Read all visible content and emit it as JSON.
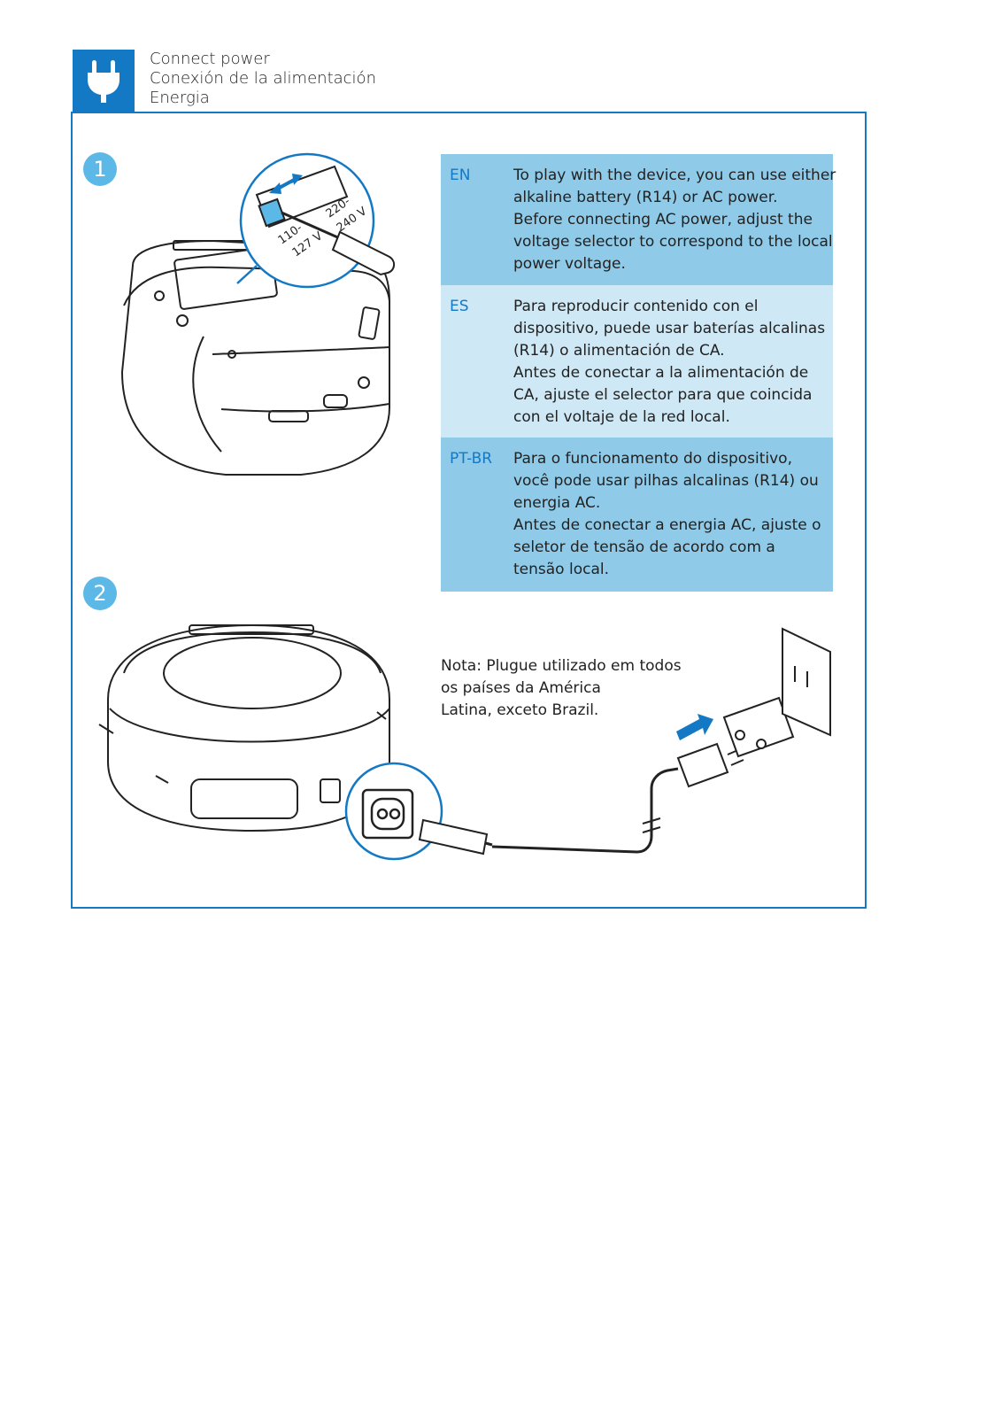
{
  "header": {
    "icon": "plug-icon",
    "brand_color": "#1479c5",
    "titles": [
      "Connect power",
      "Conexión de la alimentación",
      "Energia"
    ]
  },
  "steps": [
    "1",
    "2"
  ],
  "voltage_selector": {
    "low": [
      "110-",
      "127 V"
    ],
    "high": [
      "220-",
      "240 V"
    ]
  },
  "languages": [
    {
      "code": "EN",
      "lines": [
        "To play with the device, you can use either",
        "alkaline battery (R14) or AC power.",
        "Before connecting AC power, adjust the",
        "voltage selector to correspond to the local",
        "power voltage."
      ]
    },
    {
      "code": "ES",
      "lines": [
        "Para reproducir contenido con el",
        "dispositivo, puede usar baterías alcalinas",
        "(R14) o alimentación de CA.",
        "Antes de conectar a la alimentación de",
        "CA, ajuste el selector para que coincida",
        "con el voltaje de la red local."
      ]
    },
    {
      "code": "PT-BR",
      "lines": [
        "Para o funcionamento do dispositivo,",
        "você pode usar pilhas alcalinas (R14) ou",
        "energia AC.",
        "Antes de conectar a energia AC, ajuste o",
        "seletor de tensão de acordo com a",
        "tensão local."
      ]
    }
  ],
  "note": {
    "lines": [
      "Nota: Plugue utilizado em todos",
      "os países da América",
      "Latina, exceto Brazil."
    ]
  }
}
